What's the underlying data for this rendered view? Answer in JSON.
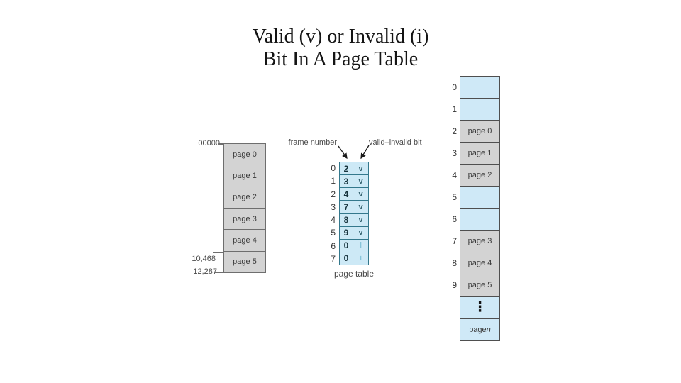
{
  "title": {
    "line1": "Valid (v) or Invalid (i)",
    "line2": "Bit In A Page Table"
  },
  "logical_memory": {
    "address_top": "00000",
    "address_mid": "10,468",
    "address_bottom": "12,287",
    "pages": [
      "page 0",
      "page 1",
      "page 2",
      "page 3",
      "page 4",
      "page 5"
    ]
  },
  "page_table": {
    "label_frame_number": "frame number",
    "label_valid_invalid": "valid–invalid bit",
    "caption": "page table",
    "rows": [
      {
        "index": "0",
        "frame": "2",
        "bit": "v"
      },
      {
        "index": "1",
        "frame": "3",
        "bit": "v"
      },
      {
        "index": "2",
        "frame": "4",
        "bit": "v"
      },
      {
        "index": "3",
        "frame": "7",
        "bit": "v"
      },
      {
        "index": "4",
        "frame": "8",
        "bit": "v"
      },
      {
        "index": "5",
        "frame": "9",
        "bit": "v"
      },
      {
        "index": "6",
        "frame": "0",
        "bit": "i"
      },
      {
        "index": "7",
        "frame": "0",
        "bit": "i"
      }
    ]
  },
  "physical_memory": {
    "frame_indices": [
      "0",
      "1",
      "2",
      "3",
      "4",
      "5",
      "6",
      "7",
      "8",
      "9"
    ],
    "frames": [
      "",
      "",
      "page 0",
      "page 1",
      "page 2",
      "",
      "",
      "page 3",
      "page 4",
      "page 5"
    ],
    "ellipsis": "⋮",
    "page_n_prefix": "page ",
    "page_n_variable": "n"
  },
  "colors": {
    "page_table_fill": "#cde9f6",
    "page_table_border": "#34788c",
    "memory_gray_fill": "#d3d3d3",
    "memory_blue_fill": "#cfe9f7",
    "memory_border": "#4f4f4f",
    "label_text": "#4a4a4a",
    "valid_bit": "#35626f",
    "invalid_bit": "#87c5d9",
    "title_text": "#141414"
  }
}
